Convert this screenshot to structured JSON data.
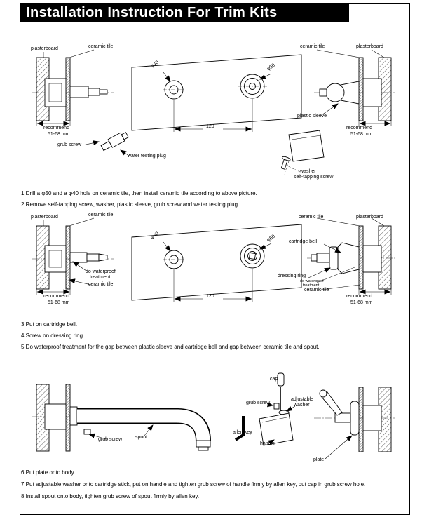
{
  "page": {
    "title": "Installation Instruction For Trim Kits"
  },
  "colors": {
    "header_bg": "#000000",
    "header_text": "#ffffff",
    "line": "#000000",
    "paper": "#ffffff"
  },
  "sections": [
    {
      "name": "drill-and-remove",
      "labels": {
        "plasterboard_left": "plasterboard",
        "ceramic_tile_left": "ceramic tile",
        "phi40": "φ40",
        "phi50": "φ50",
        "dim_120": "120",
        "ceramic_tile_right": "ceramic tile",
        "plasterboard_right": "plasterboard",
        "plastic_sleeve": "plastic sleeve",
        "recommend_left_line1": "recommend",
        "recommend_left_line2": "51-68 mm",
        "recommend_right_line1": "recommend",
        "recommend_right_line2": "51-68 mm",
        "grub_screw": "grub screw",
        "water_testing_plug": "water testing plug",
        "washer": "washer",
        "self_tapping_screw": "self-tapping screw"
      },
      "steps": [
        "1.Drill a φ50 and a φ40 hole on ceramic tile, then install ceramic tile according to above picture.",
        "2.Remove self-tapping screw, washer, plastic sleeve, grub screw and water testing plug."
      ]
    },
    {
      "name": "cartridge-bell-dressing-ring",
      "labels": {
        "plasterboard_left": "plasterboard",
        "ceramic_tile_left": "ceramic tile",
        "do_waterproof_line1": "do waterproof",
        "do_waterproof_line2": "treatment",
        "ceramic_tile_small_left": "ceramic tile",
        "recommend_left_line1": "recommend",
        "recommend_left_line2": "51-68 mm",
        "phi40": "φ40",
        "phi50": "φ50",
        "dim_120": "120",
        "ceramic_tile_right": "ceramic tile",
        "plasterboard_right": "plasterboard",
        "cartridge_bell": "cartridge bell",
        "dressing_ring": "dressing ring",
        "do_waterproof_right_line1": "do waterproof",
        "do_waterproof_right_line2": "treatment",
        "ceramic_tile_small_right": "ceramic tile",
        "recommend_right_line1": "recommend",
        "recommend_right_line2": "51-68 mm"
      },
      "steps": [
        "3.Put on cartridge bell.",
        "4.Screw on dressing ring.",
        "5.Do waterproof treatment for the gap between plastic sleeve and cartridge bell and gap between ceramic tile and spout."
      ]
    },
    {
      "name": "spout-handle-plate",
      "labels": {
        "grub_screw_spout": "grub screw",
        "spout": "spout",
        "cap": "cap",
        "grub_screw_handle": "grub screw",
        "adjustable_washer_line1": "adjustable",
        "adjustable_washer_line2": "washer",
        "allen_key": "allen key",
        "handle": "handle",
        "plate": "plate"
      },
      "steps": [
        "6.Put plate onto body.",
        "7.Put adjustable washer onto cartridge stick, put on handle and tighten grub screw of handle firmly by allen key, put cap in grub screw hole.",
        "8.Install spout onto body, tighten grub screw of spout firmly by allen key."
      ]
    }
  ]
}
